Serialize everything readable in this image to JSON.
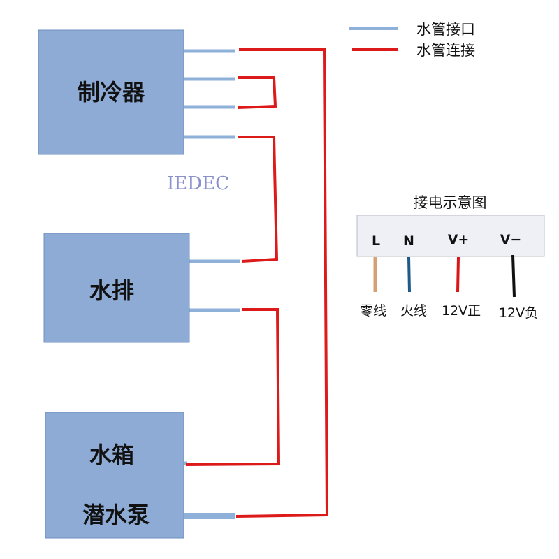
{
  "legend": {
    "port_label": "水管接口",
    "pipe_label": "水管连接",
    "port_color": "#8fb0d8",
    "pipe_color": "#dd1a1a"
  },
  "boxes": {
    "chiller": "制冷器",
    "water_block": "水排",
    "tank_line1": "水箱",
    "tank_line2": "潜水泵",
    "fill_color": "#8eabd6"
  },
  "watermark": "IEDEC",
  "wiring": {
    "title": "接电示意图",
    "terminals": [
      "L",
      "N",
      "V+",
      "V−"
    ],
    "wire_labels": [
      "零线",
      "火线",
      "12V正",
      "12V负"
    ],
    "wire_colors": [
      "#d6a074",
      "#1f5a86",
      "#d81818",
      "#111111"
    ]
  }
}
